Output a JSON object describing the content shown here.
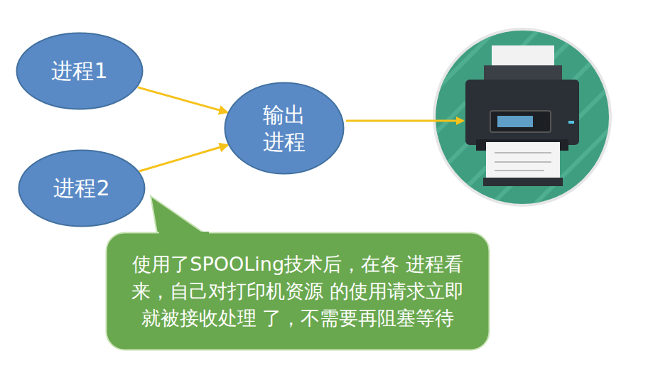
{
  "diagram": {
    "nodes": [
      {
        "text": [
          "进程1"
        ]
      },
      {
        "text": [
          "输出 进程"
        ]
      },
      {
        "text": [
          "进程2"
        ]
      },
      {
        "text": [
          "使用了SPOOLing技术后，在各 进程看来，自己对打印机资源 的使用请求立即就被接收处理 了，不需要再阻塞等待"
        ]
      }
    ],
    "edges": [
      {
        "from": 0,
        "to": 1,
        "arrow": "to"
      },
      {
        "from": 2,
        "to": 1,
        "arrow": "to"
      }
    ]
  }
}
